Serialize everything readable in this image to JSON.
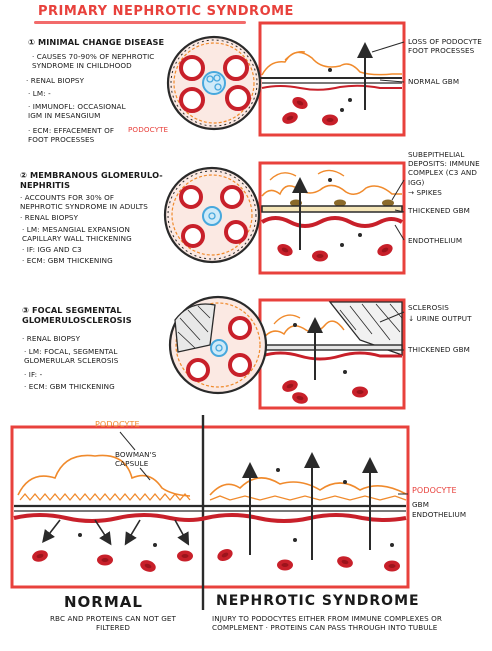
{
  "title": "PRIMARY NEPHROTIC SYNDROME",
  "sections": [
    {
      "heading": "① MINIMAL CHANGE DISEASE",
      "lines": [
        "· CAUSES 70-90% OF NEPHROTIC",
        "  SYNDROME IN CHILDHOOD",
        "· RENAL BIOPSY",
        "  · LM: -",
        "  · IMMUNOFL: OCCASIONAL",
        "    IgM IN MESANGIUM",
        "  · ECM: EFFACEMENT OF",
        "    FOOT PROCESSES"
      ],
      "ecm_highlight": "PODOCYTE",
      "side_labels": [
        "LOSS OF PODOCYTE FOOT PROCESSES",
        "NORMAL GBM"
      ]
    },
    {
      "heading": "② MEMBRANOUS GLOMERULO- NEPHRITIS",
      "lines": [
        "· ACCOUNTS FOR 30% OF",
        "  NEPHROTIC SYNDROME IN ADULTS",
        "· RENAL BIOPSY",
        "  · LM: MESANGIAL EXPANSION",
        "    CAPILLARY WALL THICKENING",
        "  · IF: IgG AND C3",
        "  · ECM: GBM THICKENING"
      ],
      "side_labels": [
        "SUBEPITHELIAL DEPOSITS: IMMUNE COMPLEX (C3 AND IgG)",
        "→ SPIKES",
        "THICKENED GBM",
        "ENDOTHELIUM"
      ]
    },
    {
      "heading": "③ FOCAL SEGMENTAL GLOMERULOSCLEROSIS",
      "lines": [
        "· RENAL BIOPSY",
        "  · LM: FOCAL, SEGMENTAL",
        "    GLOMERULAR SCLEROSIS",
        "  · IF: -",
        "  · ECM: GBM THICKENING"
      ],
      "side_labels": [
        "SCLEROSIS",
        "↓ URINE OUTPUT",
        "THICKENED GBM"
      ]
    }
  ],
  "bottom": {
    "podocyte_label": "PODOCYTE",
    "capsule_label": "BOWMAN'S CAPSULE",
    "right_labels": [
      "PODOCYTE",
      "GBM",
      "ENDOTHELIUM"
    ],
    "normal_title": "NORMAL",
    "normal_text": "RBC AND PROTEINS CAN NOT GET FILTERED",
    "nephrotic_title": "NEPHROTIC SYNDROME",
    "nephrotic_text": "INJURY TO PODOCYTES EITHER FROM IMMUNE COMPLEXES OR COMPLEMENT · PROTEINS CAN PASS THROUGH INTO TUBULE"
  },
  "colors": {
    "red": "#e8413c",
    "orange": "#f08a2c",
    "blood": "#c8202a",
    "blue": "#47a8dd",
    "ink": "#1a1a1a"
  }
}
